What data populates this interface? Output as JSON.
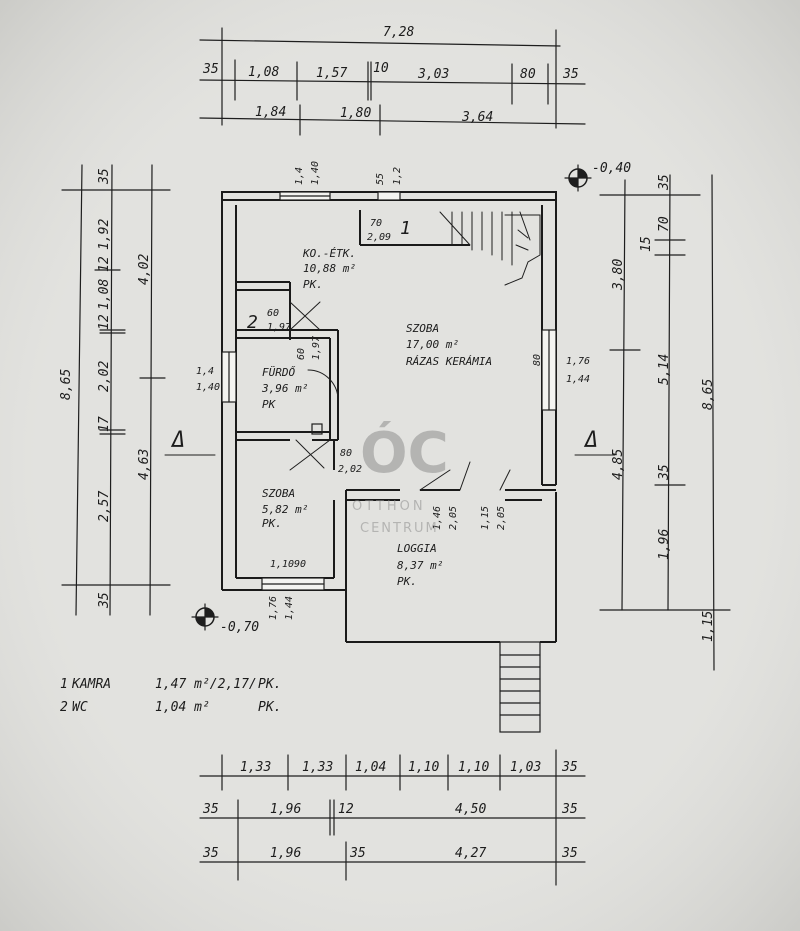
{
  "top_dims": {
    "overall": "7,28",
    "row1": [
      "35",
      "1,08",
      "1,57",
      "10",
      "3,03",
      "80",
      "35"
    ],
    "row2": [
      "1,84",
      "1,80",
      "3,64"
    ]
  },
  "left_dims": {
    "overall": "8,65",
    "col_a": [
      "35",
      "1,92",
      "12",
      "1,08",
      "12",
      "2,02",
      "17",
      "2,57",
      "35"
    ],
    "col_b": [
      "4,02",
      "4,63"
    ]
  },
  "right_dims": {
    "overall": "8,65",
    "col_a": [
      "3,80",
      "4,85",
      "1,15"
    ],
    "col_b": [
      "35",
      "70",
      "15",
      "5,14",
      "35",
      "1,96"
    ]
  },
  "bottom_dims": {
    "row1": [
      "1,33",
      "1,33",
      "1,04",
      "1,10",
      "1,10",
      "1,03",
      "35"
    ],
    "row2": [
      "35",
      "1,96",
      "12",
      "4,50",
      "35"
    ],
    "row3": [
      "35",
      "1,96",
      "35",
      "4,27",
      "35"
    ]
  },
  "levels": {
    "top_right": "-0,40",
    "bottom_left": "-0,70"
  },
  "rooms": {
    "kitchen": {
      "name": "KO.-ÉTK.",
      "area": "10,88 m²",
      "floor": "PK."
    },
    "living": {
      "name": "SZOBA",
      "area": "17,00 m²",
      "floor": "RÁZAS KERÁMIA"
    },
    "bath": {
      "name": "FÜRDŐ",
      "area": "3,96 m²",
      "floor": "PK"
    },
    "bedroom": {
      "name": "SZOBA",
      "area": "5,82 m²",
      "floor": "PK."
    },
    "loggia": {
      "name": "LOGGIA",
      "area": "8,37 m²",
      "floor": "PK."
    }
  },
  "markers": {
    "one": "1",
    "two": "2",
    "section": "Δ"
  },
  "openings": [
    "1,4",
    "1,40",
    "55",
    "1,2",
    "70",
    "2,09",
    "60",
    "1,97",
    "60",
    "1,97",
    "1,4",
    "1,40",
    "80",
    "1,76",
    "1,44",
    "80",
    "2,02",
    "1,46",
    "2,05",
    "1,15",
    "2,05",
    "1,76",
    "1,44",
    "1,10",
    "90"
  ],
  "legend": [
    {
      "num": "1",
      "name": "KAMRA",
      "area": "1,47 m²/2,17/",
      "floor": "PK."
    },
    {
      "num": "2",
      "name": "WC",
      "area": "1,04 m²",
      "floor": "PK."
    }
  ],
  "watermark": {
    "logo": "ÓC",
    "line1": "OTTHON",
    "line2": "CENTRUM"
  },
  "colors": {
    "paper": "#dcdcd8",
    "ink": "#1e1e1e",
    "watermark": "#8f8f8f"
  }
}
